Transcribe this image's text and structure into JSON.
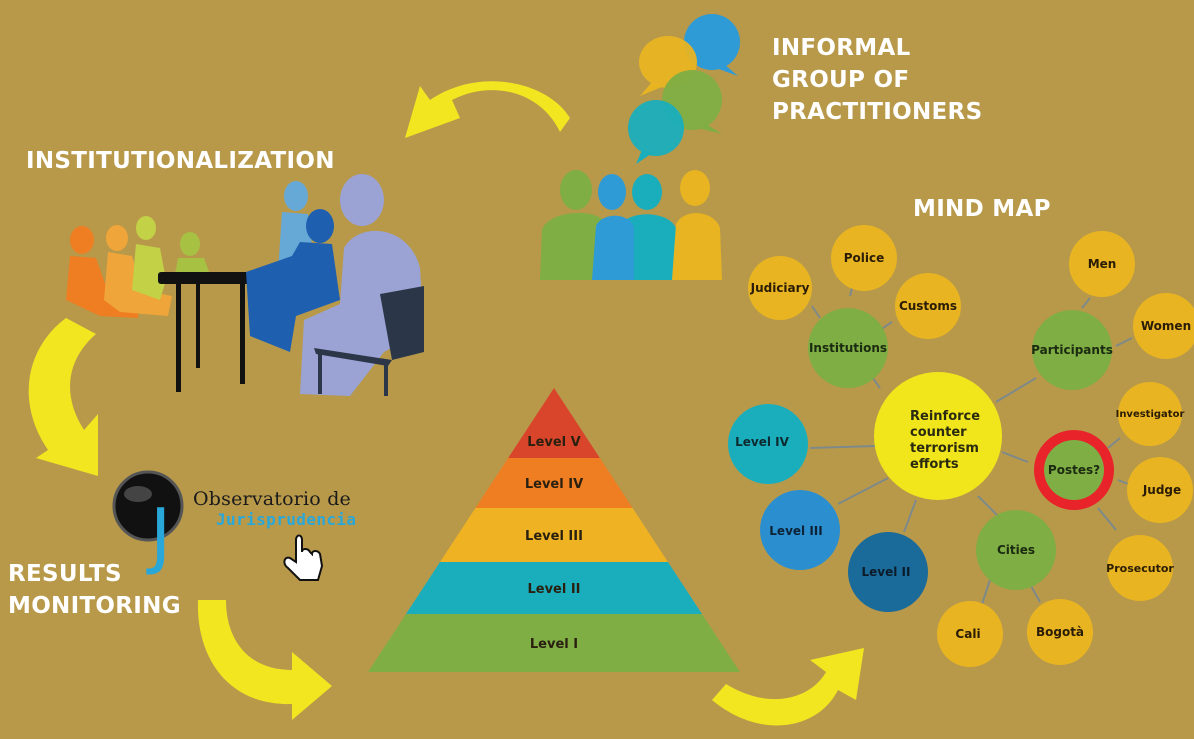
{
  "headings": {
    "institutionalization": "INSTITUTIONALIZATION",
    "informal_line1": "INFORMAL",
    "informal_line2": "GROUP OF",
    "informal_line3": "PRACTITIONERS",
    "mind_map": "MIND MAP",
    "results_line1": "RESULTS",
    "results_line2": "MONITORING"
  },
  "logo": {
    "line1": "Observatorio de",
    "line2": "Jurisprudencia",
    "letter": "J"
  },
  "pyramid": {
    "levels": [
      {
        "label": "Level V",
        "color": "#d9452b"
      },
      {
        "label": "Level IV",
        "color": "#ef7d22"
      },
      {
        "label": "Level III",
        "color": "#efb222"
      },
      {
        "label": "Level II",
        "color": "#1aaebd"
      },
      {
        "label": "Level I",
        "color": "#7fae44"
      }
    ]
  },
  "mind_map": {
    "center": "Reinforce counter terrorism efforts",
    "nodes": {
      "institutions": "Institutions",
      "judiciary": "Judiciary",
      "police": "Police",
      "customs": "Customs",
      "participants": "Participants",
      "men": "Men",
      "women": "Women",
      "level_iv": "Level IV",
      "level_iii": "Level III",
      "level_ii": "Level II",
      "postes": "Postes?",
      "investigator": "Investigator",
      "judge": "Judge",
      "prosecutor": "Prosecutor",
      "cities": "Cities",
      "cali": "Cali",
      "bogota": "Bogotà"
    }
  },
  "colors": {
    "background": "#b8994a",
    "arrow_yellow": "#f4ea1f",
    "node_yellow": "#e8b422",
    "node_green": "#7fae44",
    "node_teal": "#1aaebd",
    "node_blue": "#2b8fcf",
    "node_dark_blue": "#1a6a9a",
    "center_yellow": "#f1e61c",
    "ring_red": "#e8232a"
  }
}
